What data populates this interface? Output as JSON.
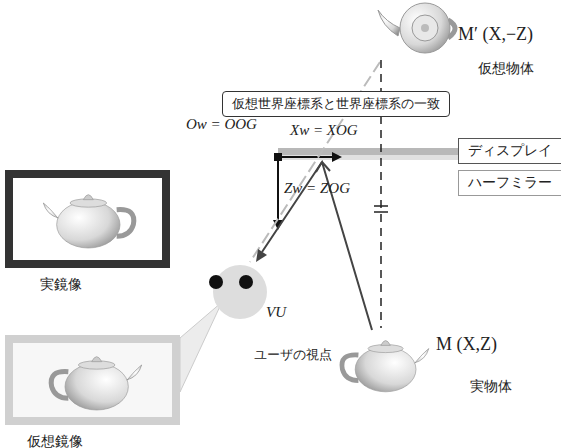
{
  "diagram": {
    "nodes": [
      {
        "text": [
          "仮想世界座標系と世界座標系の一致"
        ]
      },
      {
        "text": [
          "ディスプレイ"
        ]
      },
      {
        "text": [
          "ハーフミラー"
        ]
      },
      {
        "text": [
          "実鏡像"
        ]
      },
      {
        "text": [
          "仮想鏡像"
        ]
      }
    ],
    "labels": [
      "M′ (X,−Z)",
      "仮想物体",
      "Ow = OOG",
      "Xw = XOG",
      "Zw = ZOG",
      "M (X,Z)",
      "実物体",
      "VU",
      "ユーザの視点"
    ]
  }
}
